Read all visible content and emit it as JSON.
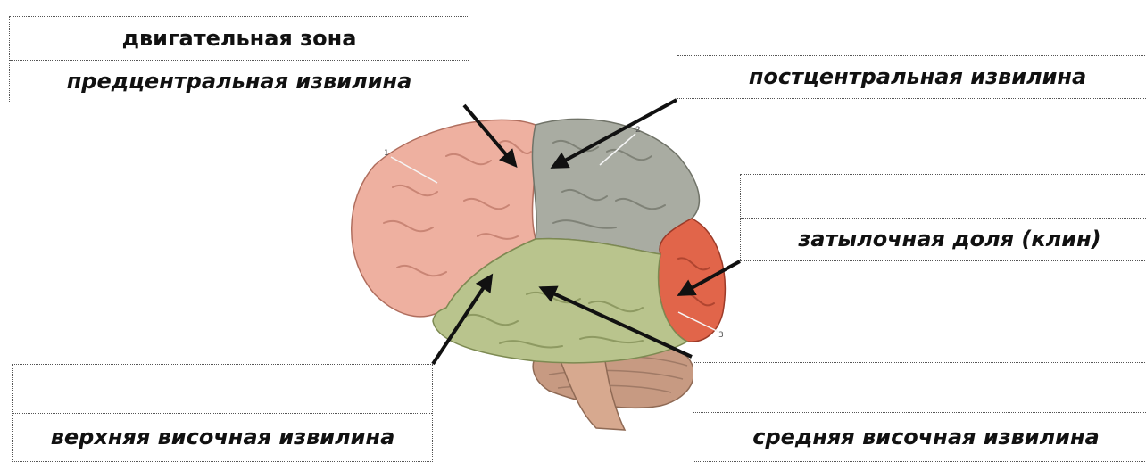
{
  "boxes": {
    "top_left": {
      "top": "двигательная зона",
      "bottom": "предцентральная извилина"
    },
    "top_right": {
      "top": "",
      "bottom": "постцентральная извилина"
    },
    "mid_right": {
      "top": "",
      "bottom": "затылочная доля (клин)"
    },
    "bottom_left": {
      "top": "",
      "bottom": "верхняя височная извилина"
    },
    "bottom_right": {
      "top": "",
      "bottom": "средняя височная извилина"
    }
  },
  "markers": [
    "1",
    "2",
    "3"
  ],
  "colors": {
    "frontal": "#eeb0a0",
    "parietal": "#a9aca2",
    "temporal": "#b9c48d",
    "occipital": "#e1654a",
    "cerebellum": "#c79a82",
    "arrow": "#111111"
  }
}
